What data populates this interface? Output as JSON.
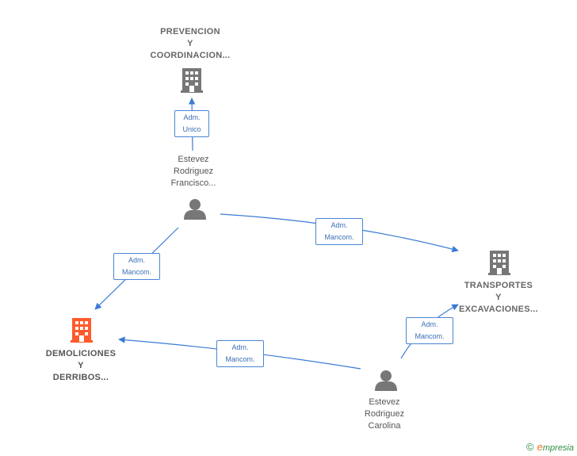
{
  "nodes": {
    "prevencion": {
      "label_lines": [
        "PREVENCION",
        "Y",
        "COORDINACION..."
      ],
      "icon": "building-icon",
      "color": "#777777"
    },
    "transportes": {
      "label_lines": [
        "TRANSPORTES",
        "Y",
        "EXCAVACIONES..."
      ],
      "icon": "building-icon",
      "color": "#777777"
    },
    "demoliciones": {
      "label_lines": [
        "DEMOLICIONES",
        "Y",
        "DERRIBOS..."
      ],
      "icon": "building-icon",
      "color": "#ff5a2b"
    },
    "francisco": {
      "label_lines": [
        "Estevez",
        "Rodriguez",
        "Francisco..."
      ],
      "icon": "person-icon",
      "color": "#777777"
    },
    "carolina": {
      "label_lines": [
        "Estevez",
        "Rodriguez",
        "Carolina"
      ],
      "icon": "person-icon",
      "color": "#777777"
    }
  },
  "edges": {
    "francisco_prevencion": {
      "lines": [
        "Adm.",
        "Unico"
      ]
    },
    "francisco_transportes": {
      "lines": [
        "Adm.",
        "Mancom."
      ]
    },
    "francisco_demoliciones": {
      "lines": [
        "Adm.",
        "Mancom."
      ]
    },
    "carolina_demoliciones": {
      "lines": [
        "Adm.",
        "Mancom."
      ]
    },
    "carolina_transportes": {
      "lines": [
        "Adm.",
        "Mancom."
      ]
    }
  },
  "colors": {
    "edge": "#3a7bd5",
    "accent": "#ff5a2b",
    "icon": "#777777"
  },
  "footer": {
    "copyright": "©",
    "brand_e": "e",
    "brand_rest": "mpresia"
  }
}
